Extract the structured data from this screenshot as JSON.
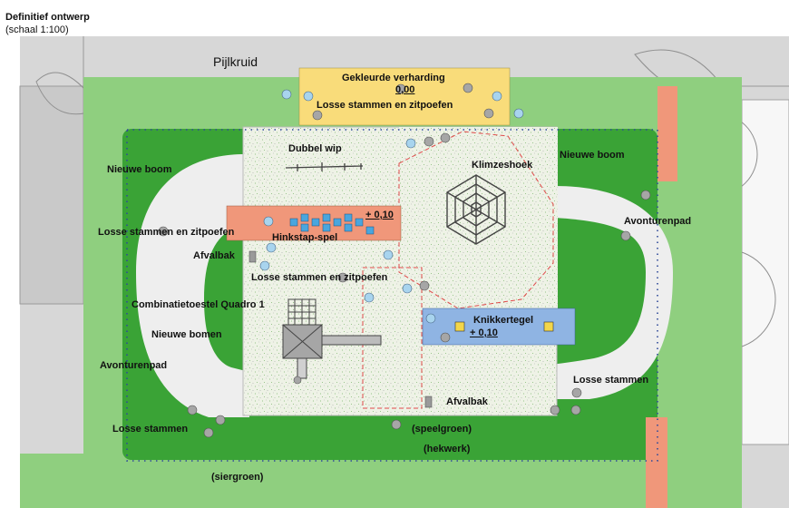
{
  "header": {
    "title": "Definitief ontwerp",
    "scale": "(schaal 1:100)"
  },
  "street": "Pijlkruid",
  "labels": {
    "gekleurde_verharding": "Gekleurde verharding",
    "height_0": "0,00",
    "losse_top": "Losse stammen en zitpoefen",
    "dubbel_wip": "Dubbel wip",
    "klimzeshoek": "Klimzeshoek",
    "nieuwe_boom_left": "Nieuwe boom",
    "nieuwe_boom_right": "Nieuwe boom",
    "avonturenpad_right": "Avonturenpad",
    "losse_left": "Losse stammen en zitpoefen",
    "height_010_a": "+ 0,10",
    "hinkstap": "Hinkstap-spel",
    "afvalbak_1": "Afvalbak",
    "losse_mid": "Losse stammen en zitpoefen",
    "combinatietoestel": "Combinatietoestel Quadro 1",
    "knikkertegel": "Knikkertegel",
    "height_010_b": "+ 0,10",
    "nieuwe_bomen": "Nieuwe bomen",
    "avonturenpad_left": "Avonturenpad",
    "losse_right": "Losse stammen",
    "afvalbak_2": "Afvalbak",
    "losse_bottom": "Losse stammen",
    "speelgroen": "(speelgroen)",
    "hekwerk": "(hekwerk)",
    "siergroen": "(siergroen)"
  },
  "colors": {
    "background_grey": "#d7d7d7",
    "light_green": "#8fcf7f",
    "dark_green": "#3aa336",
    "path_white": "#eeeeee",
    "play_area": "#eef2e6",
    "yellow_pavement": "#f9dc7a",
    "orange_pavement": "#f0977a",
    "blue_tile": "#8fb4e3",
    "trunk_blue": "#a8d4ee",
    "trunk_grey": "#a6a6a6",
    "fence_blue": "#2f4a9a",
    "dashed_red": "#e04a4a"
  }
}
